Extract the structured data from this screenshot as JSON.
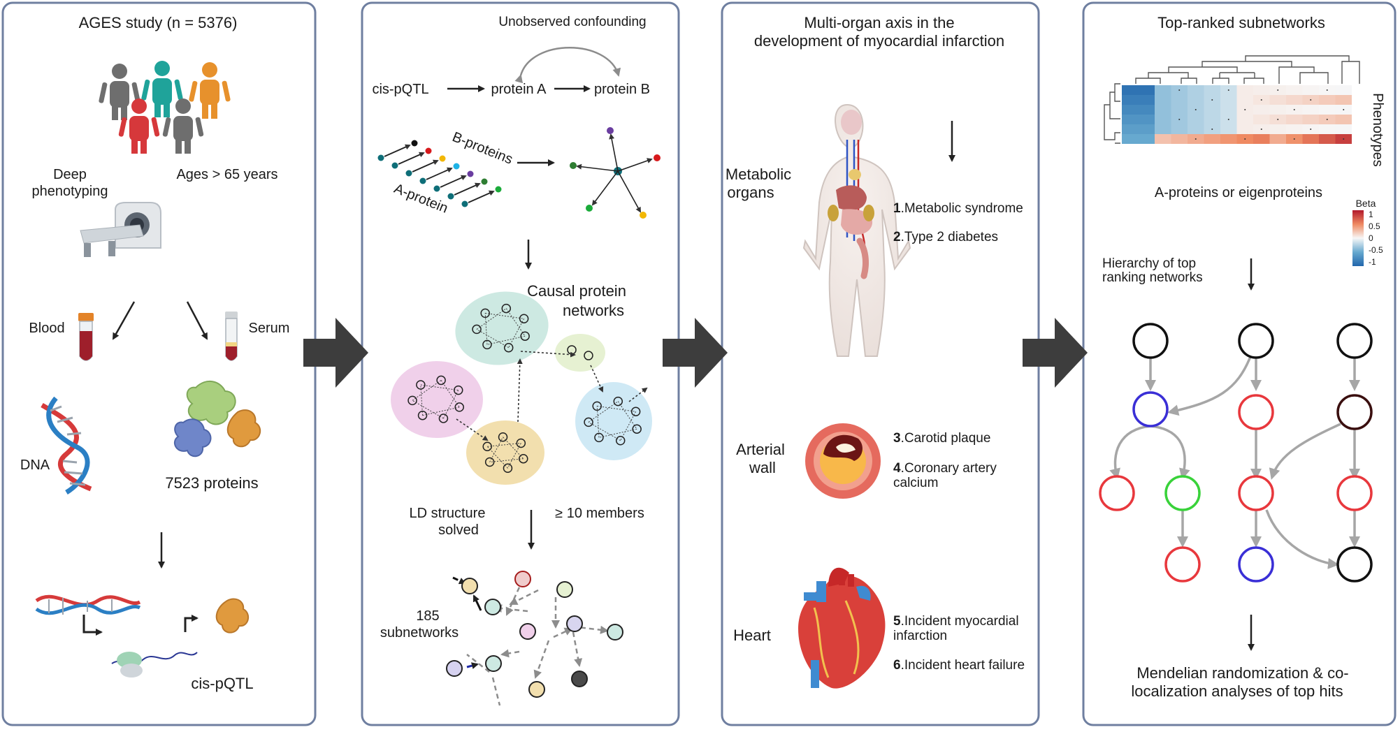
{
  "panels": {
    "p1": {
      "title": "AGES study (n = 5376)",
      "deep": [
        "Deep",
        "phenotyping"
      ],
      "ages": "Ages > 65 years",
      "blood": "Blood",
      "serum": "Serum",
      "dna": "DNA",
      "proteins": "7523 proteins",
      "cispqtl": "cis-pQTL"
    },
    "p2": {
      "confounding": "Unobserved confounding",
      "cis": "cis-pQTL",
      "protA": "protein A",
      "protB": "protein B",
      "bprot": "B-proteins",
      "aprot": "A-protein",
      "causal": [
        "Causal protein",
        "networks"
      ],
      "ld": [
        "LD structure",
        "solved"
      ],
      "members": "≥ 10 members",
      "subnet": [
        "185",
        "subnetworks"
      ]
    },
    "p3": {
      "title": [
        "Multi-organ axis in the",
        "development of myocardial infarction"
      ],
      "metabolic": [
        "Metabolic",
        "organs"
      ],
      "arterial": [
        "Arterial",
        "wall"
      ],
      "heart": "Heart",
      "outcomes": [
        {
          "num": "1",
          "text": [
            "Metabolic syndrome"
          ]
        },
        {
          "num": "2",
          "text": [
            "Type 2 diabetes"
          ]
        },
        {
          "num": "3",
          "text": [
            "Carotid  plaque"
          ]
        },
        {
          "num": "4",
          "text": [
            "Coronary artery",
            "calcium"
          ]
        },
        {
          "num": "5",
          "text": [
            "Incident myocardial",
            "infarction"
          ]
        },
        {
          "num": "6",
          "text": [
            "Incident heart failure"
          ]
        }
      ]
    },
    "p4": {
      "title": "Top-ranked subnetworks",
      "phenotypes": "Phenotypes",
      "aprot": "A-proteins or eigenproteins",
      "beta": "Beta",
      "ticks": [
        "1",
        "0.5",
        "0",
        "-0.5",
        "-1"
      ],
      "hierarchy": [
        "Hierarchy of top",
        "ranking networks"
      ],
      "mr": [
        "Mendelian randomization & co-",
        "localization analyses of top hits"
      ]
    }
  },
  "colors": {
    "panel_border": "#6f7fa0",
    "big_arrow": "#3d3d3d",
    "red": "#e8383d",
    "blue": "#3a2fd6",
    "green": "#39d23a",
    "dark_brown": "#3a0f0f",
    "gray_arrow": "#a6a6a6"
  }
}
